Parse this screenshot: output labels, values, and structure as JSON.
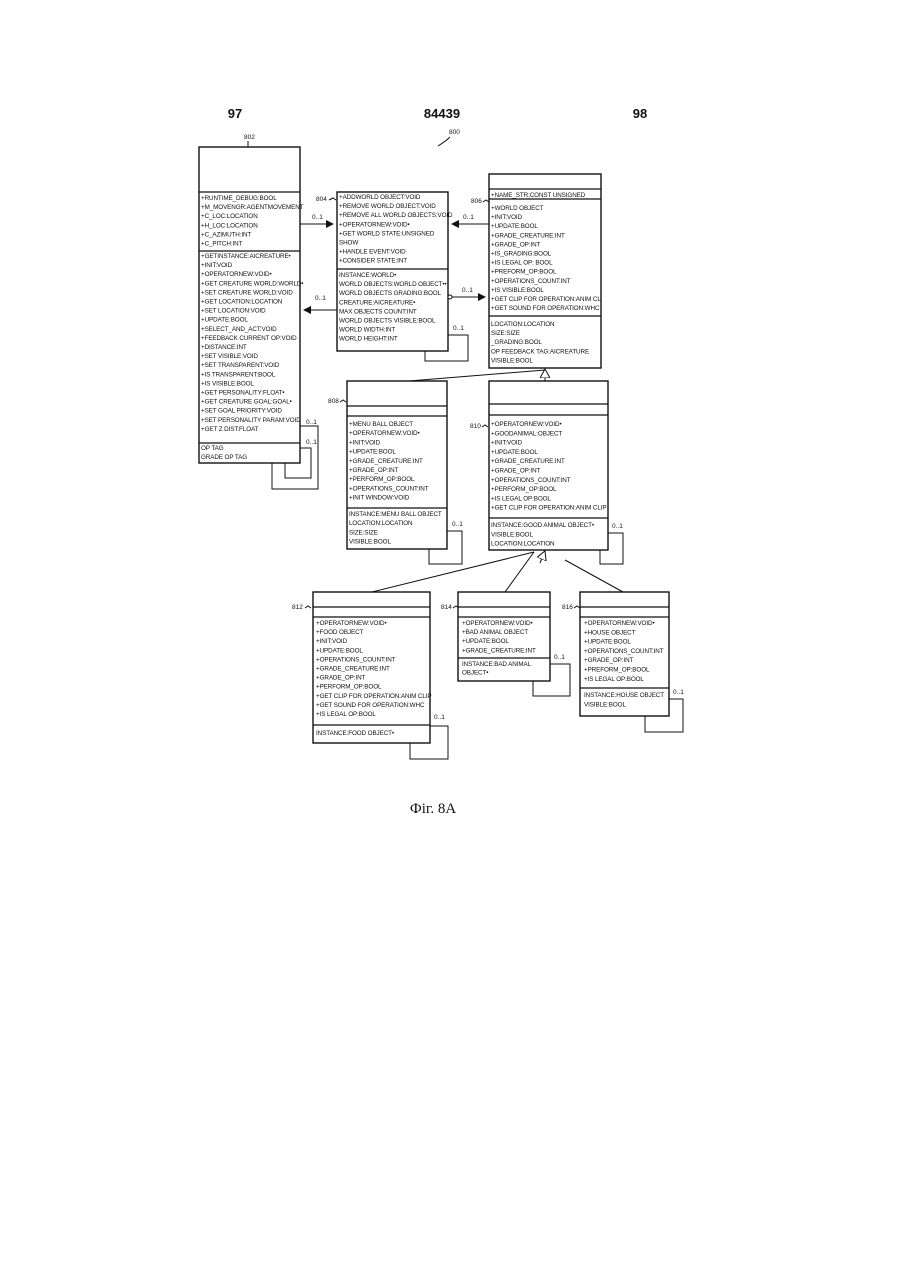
{
  "header": {
    "page_left": "97",
    "page_center": "84439",
    "page_right": "98"
  },
  "figure_ref": "800",
  "caption": "Фіг. 8А",
  "multiplicity": "0..1",
  "classes": {
    "c802": {
      "ref": "802",
      "section1": [],
      "section2": [
        "+RUNTIME_DEBUG:BOOL",
        "+M_MOVENGR:AGENTMOVEMENT",
        "+C_LOC:LOCATION",
        "+H_LOC:LOCATION",
        "+C_AZIMUTH:INT",
        "+C_PITCH:INT"
      ],
      "section3": [
        "+GETINSTANCE:AICREATURE•",
        "+INIT:VOID",
        "+OPERATORNEW:VOID•",
        "+GET CREATURE WORLD:WORLD•",
        "+SET CREATURE WORLD:VOID",
        "+GET LOCATION:LOCATION",
        "+SET LOCATION:VOID",
        "+UPDATE:BOOL",
        "+SELECT_AND_ACT:VOID",
        "+FEEDBACK CURRENT OP:VOID",
        "+DISTANCE:INT",
        "+SET VISIBLE:VOID",
        "+SET TRANSPARENT:VOID",
        "+IS TRANSPARENT:BOOL",
        "+IS VISIBLE:BOOL",
        "+GET PERSONALITY:FLOAT•",
        "+GET CREATURE GOAL:GOAL•",
        "+SET GOAL PRIORITY:VOID",
        "+SET PERSONALITY PARAM:VOID",
        "+GET Z DIST:FLOAT"
      ],
      "section4": [
        "OP TAG",
        "GRADE OP TAG"
      ]
    },
    "c804": {
      "ref": "804",
      "section1": [
        "+ADDWORLD OBJECT:VOID",
        "+REMOVE WORLD OBJECT:VOID",
        "+REMOVE ALL WORLD OBJECTS:VOID",
        "+OPERATORNEW:VOID•",
        "+GET WORLD STATE:UNSIGNED",
        "  SHOW",
        "+HANDLE EVENT:VOID",
        "+CONSIDER STATE:INT"
      ],
      "section2": [
        "INSTANCE:WORLD•",
        "WORLD OBJECTS:WORLD OBJECT••",
        "WORLD OBJECTS GRADING:BOOL",
        "CREATURE:AICREATURE•",
        "MAX OBJECTS COUNT:INT",
        "WORLD OBJECTS VISIBLE:BOOL",
        "WORLD WIDTH:INT",
        "WORLD HEIGHT:INT"
      ]
    },
    "c806": {
      "ref": "806",
      "section1": [
        "+NAME_STR:CONST UNSIGNED"
      ],
      "section2": [
        "+WORLD OBJECT",
        "+INIT:VOID",
        "+UPDATE:BOOL",
        "+GRADE_CREATURE:INT",
        "+GRADE_OP:INT",
        "+IS_GRADING:BOOL",
        "+IS LEGAL OP: BOOL",
        "+PREFORM_OP:BOOL",
        "+OPERATIONS_COUNT:INT",
        "+IS VISIBLE:BOOL",
        "+GET CLIP FOR OPERATION:ANIM CL",
        "+GET SOUND FOR OPERATION:WHC"
      ],
      "section3": [
        "LOCATION:LOCATION",
        "SIZE:SIZE",
        "_GRADING:BOOL",
        "OP FEEDBACK TAG:AICREATURE",
        "VISIBLE:BOOL"
      ]
    },
    "c808": {
      "ref": "808",
      "section1": [
        "+MENU BALL OBJECT",
        "+OPERATORNEW:VOID•",
        "+INIT:VOID",
        "+UPDATE:BOOL",
        "+GRADE_CREATURE:INT",
        "+GRADE_OP:INT",
        "+PERFORM_OP:BOOL",
        "+OPERATIONS_COUNT:INT",
        "+INIT WINDOW:VOID"
      ],
      "section2": [
        "INSTANCE:MENU BALL OBJECT",
        "LOCATION:LOCATION",
        "SIZE:SIZE",
        "VISIBLE:BOOL"
      ]
    },
    "c810": {
      "ref": "810",
      "section1": [
        "+OPERATORNEW:VOID•",
        "+GOODANIMAL:OBJECT",
        "+INIT:VOID",
        "+UPDATE:BOOL",
        "+GRADE_CREATURE:INT",
        "+GRADE_OP:INT",
        "+OPERATIONS_COUNT:INT",
        "+PERFORM_OP:BOOL",
        "+IS LEGAL OP:BOOL",
        "+GET CLIP FOR OPERATION:ANIM CLIP"
      ],
      "section2": [
        "INSTANCE:GOOD ANIMAL OBJECT•",
        "VISIBLE:BOOL",
        "LOCATION:LOCATION"
      ]
    },
    "c812": {
      "ref": "812",
      "section1": [
        "+OPERATORNEW:VOID•",
        "+FOOD OBJECT",
        "+INIT:VOID",
        "+UPDATE:BOOL",
        "+OPERATIONS_COUNT:INT",
        "+GRADE_CREATURE:INT",
        "+GRADE_OP:INT",
        "+PERFORM_OP:BOOL",
        "+GET CLIP FOR OPERATION:ANIM CLIP",
        "+GET SOUND FOR OPERATION:WHC",
        "+IS LEGAL OP:BOOL"
      ],
      "section2": [
        "INSTANCE:FOOD OBJECT•"
      ]
    },
    "c814": {
      "ref": "814",
      "section1": [
        "+OPERATORNEW:VOID•",
        "+BAD ANIMAL OBJECT",
        "+UPDATE:BOOL",
        "+GRADE_CREATURE:INT"
      ],
      "section2": [
        "INSTANCE:BAD ANIMAL",
        "  OBJECT•"
      ]
    },
    "c816": {
      "ref": "816",
      "section1": [
        "+OPERATORNEW:VOID•",
        "+HOUSE OBJECT",
        "+UPDATE:BOOL",
        "+OPERATIONS_COUNT:INT",
        "+GRADE_OP:INT",
        "+PREFORM_OP:BOOL",
        "+IS LEGAL OP:BOOL"
      ],
      "section2": [
        "INSTANCE:HOUSE OBJECT",
        "VISIBLE:BOOL"
      ]
    }
  }
}
